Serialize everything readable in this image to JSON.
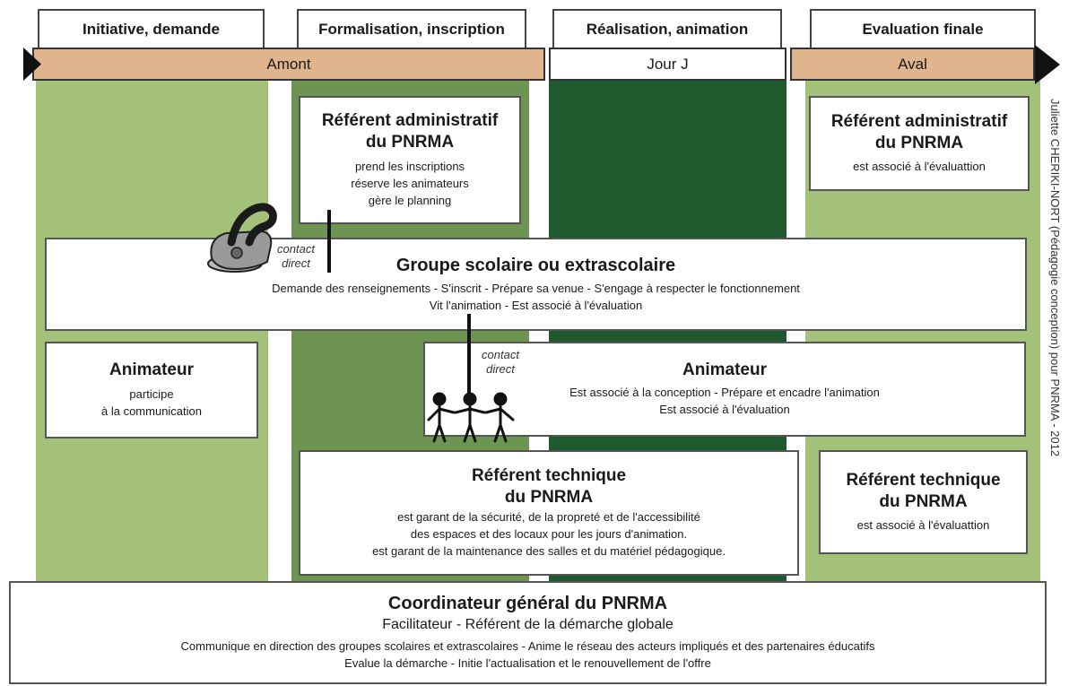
{
  "phases": [
    "Initiative, demande",
    "Formalisation, inscription",
    "Réalisation, animation",
    "Evaluation finale"
  ],
  "timeline": {
    "amont": "Amont",
    "jour": "Jour J",
    "aval": "Aval"
  },
  "ref_admin_left": {
    "title_l1": "Référent administratif",
    "title_l2": "du PNRMA",
    "lines": [
      "prend les inscriptions",
      "réserve les animateurs",
      "gère le planning"
    ]
  },
  "ref_admin_right": {
    "title_l1": "Référent administratif",
    "title_l2": "du PNRMA",
    "line": "est associé à l'évaluattion"
  },
  "contact_label": {
    "l1": "contact",
    "l2": "direct"
  },
  "groupe": {
    "title": "Groupe scolaire ou extrascolaire",
    "line1": "Demande des renseignements - S'inscrit - Prépare sa venue - S'engage à respecter le fonctionnement",
    "line2": "Vit l'animation - Est associé à l'évaluation"
  },
  "animateur_left": {
    "title": "Animateur",
    "lines": [
      "participe",
      "à la communication"
    ]
  },
  "animateur_right": {
    "title": "Animateur",
    "line1": "Est associé à la conception - Prépare et encadre l'animation",
    "line2": "Est associé à l'évaluation"
  },
  "ref_tech_left": {
    "title_l1": "Référent technique",
    "title_l2": "du PNRMA",
    "lines": [
      "est garant de la sécurité, de la propreté et de l'accessibilité",
      "des espaces et des locaux pour les jours d'animation.",
      "est garant de la maintenance des salles et du matériel pédagogique."
    ]
  },
  "ref_tech_right": {
    "title_l1": "Référent technique",
    "title_l2": "du PNRMA",
    "line": "est associé à l'évaluattion"
  },
  "coordinateur": {
    "title": "Coordinateur général du PNRMA",
    "subtitle": "Facilitateur - Référent de la démarche globale",
    "line1": "Communique en direction des groupes scolaires et extrascolaires - Anime le réseau des acteurs impliqués et des partenaires éducatifs",
    "line2": "Evalue la démarche - Initie l'actualisation et le renouvellement de l'offre"
  },
  "credit": "Juliette CHERIKI-NORT (Pédagogie conception) pour PNRMA - 2012",
  "colors": {
    "light_green": "#a4c17a",
    "mid_green": "#6d9450",
    "dark_green": "#1e5a2e",
    "band_orange": "#e0b48c"
  },
  "icons": [
    "telephone-icon",
    "children-group-icon"
  ]
}
